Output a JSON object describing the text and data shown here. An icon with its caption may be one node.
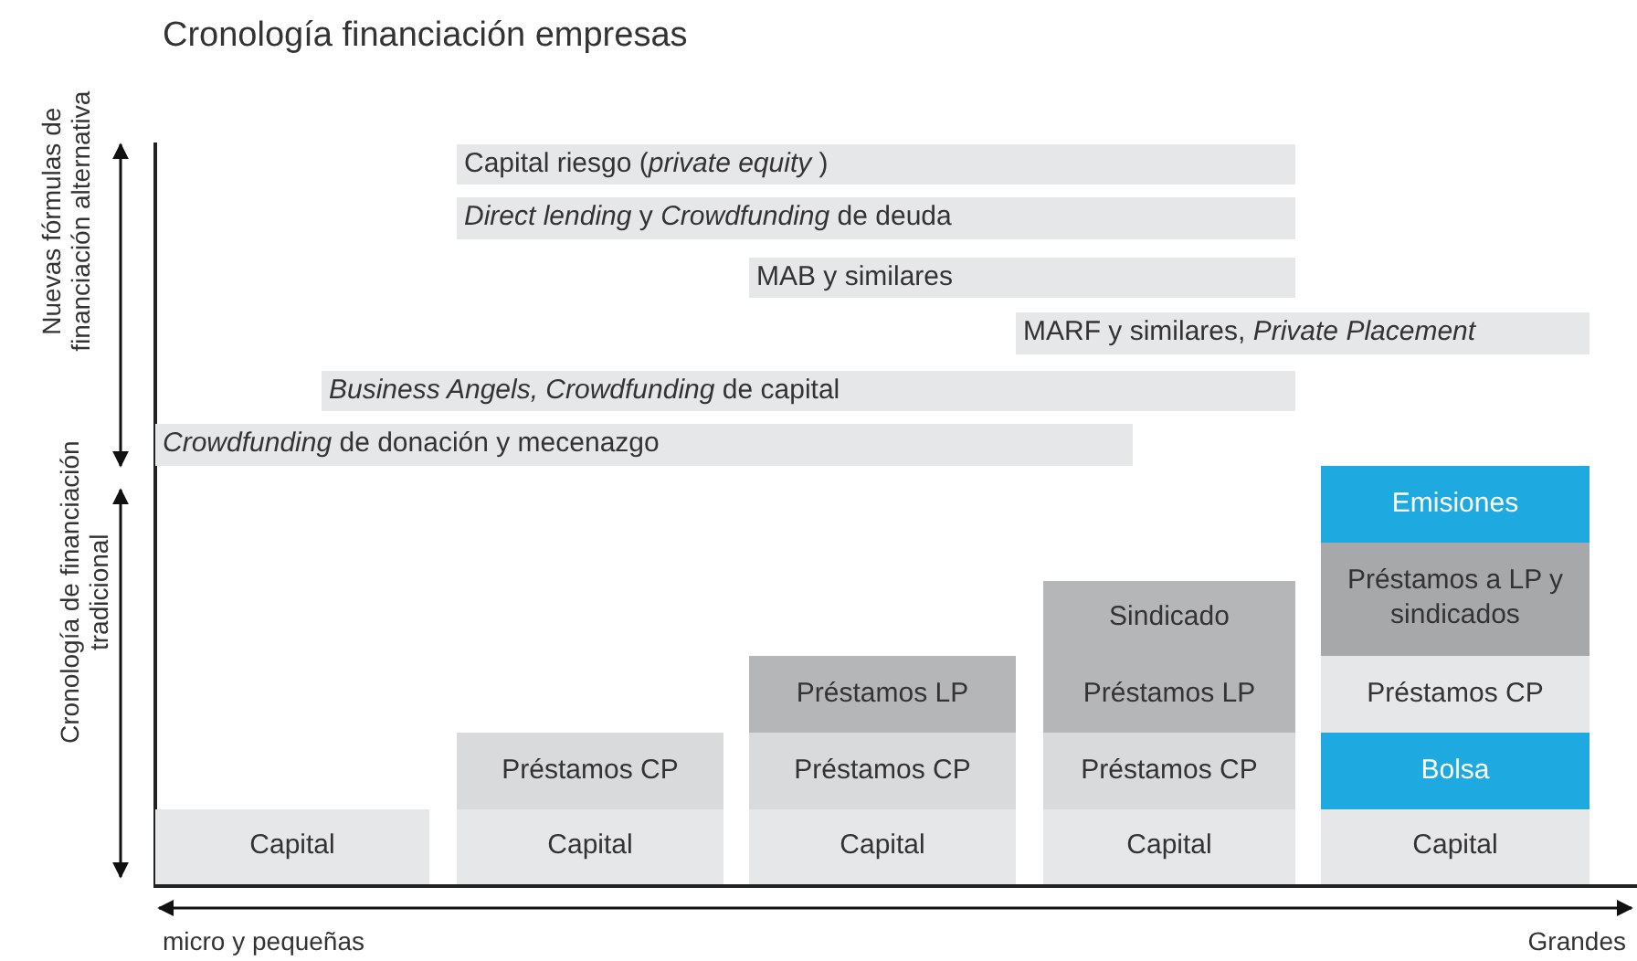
{
  "diagram": {
    "title": "Cronología financiación empresas",
    "nodes": [
      {
        "text": [
          "Capital riesgo (*private equity* )"
        ]
      },
      {
        "text": [
          "*Direct lending* y *Crowdfunding* de deuda"
        ]
      },
      {
        "text": [
          "MAB y similares"
        ]
      },
      {
        "text": [
          "MARF y similares, *Private Placement*"
        ]
      },
      {
        "text": [
          "*Business Angels, Crowdfunding* de capital"
        ]
      },
      {
        "text": [
          "*Crowdfunding* de donación y mecenazgo"
        ]
      },
      {
        "text": [
          "Emisiones"
        ]
      },
      {
        "text": [
          "Préstamos a LP y sindicados"
        ]
      },
      {
        "text": [
          "Sindicado"
        ]
      },
      {
        "text": [
          "Préstamos LP"
        ]
      },
      {
        "text": [
          "Préstamos LP"
        ]
      },
      {
        "text": [
          "Préstamos CP"
        ]
      },
      {
        "text": [
          "Préstamos CP"
        ]
      },
      {
        "text": [
          "Préstamos CP"
        ]
      },
      {
        "text": [
          "Préstamos CP"
        ]
      },
      {
        "text": [
          "Bolsa"
        ]
      },
      {
        "text": [
          "Capital"
        ]
      },
      {
        "text": [
          "Capital"
        ]
      },
      {
        "text": [
          "Capital"
        ]
      },
      {
        "text": [
          "Capital"
        ]
      },
      {
        "text": [
          "Capital"
        ]
      }
    ],
    "labels": [
      "Nuevas fórmulas de financiación alternativa",
      "Cronología de financiación tradicional",
      "micro y pequeñas",
      "Grandes"
    ]
  }
}
